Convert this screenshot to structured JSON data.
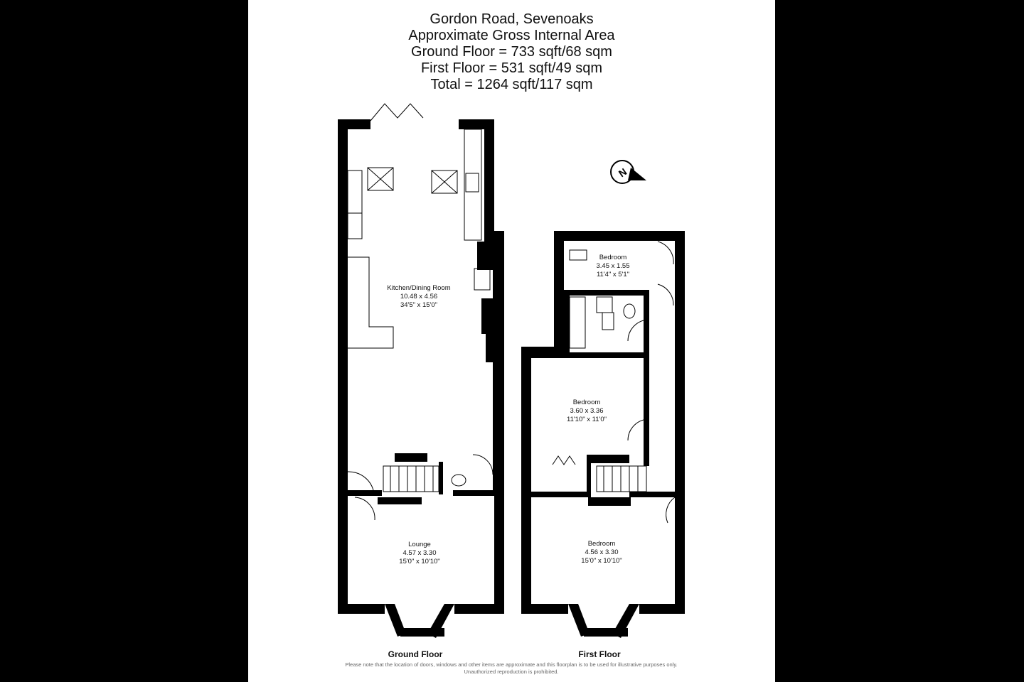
{
  "header": {
    "address": "Gordon Road, Sevenoaks",
    "area_title": "Approximate Gross Internal Area",
    "ground_floor_area": "Ground Floor = 733 sqft/68 sqm",
    "first_floor_area": "First Floor = 531 sqft/49 sqm",
    "total_area": "Total = 1264 sqft/117 sqm"
  },
  "rooms": {
    "kitchen": {
      "name": "Kitchen/Dining Room",
      "metric": "10.48 x 4.56",
      "imperial": "34'5\" x 15'0\""
    },
    "lounge": {
      "name": "Lounge",
      "metric": "4.57 x 3.30",
      "imperial": "15'0\" x 10'10\""
    },
    "bedroom_small": {
      "name": "Bedroom",
      "metric": "3.45 x 1.55",
      "imperial": "11'4\" x 5'1\""
    },
    "bedroom_middle": {
      "name": "Bedroom",
      "metric": "3.60 x 3.36",
      "imperial": "11'10\" x 11'0\""
    },
    "bedroom_front": {
      "name": "Bedroom",
      "metric": "4.56 x 3.30",
      "imperial": "15'0\" x 10'10\""
    }
  },
  "floors": {
    "ground": "Ground Floor",
    "first": "First Floor"
  },
  "compass": {
    "letter": "N",
    "icon": "compass-icon"
  },
  "disclaimer": "Please note that the location of doors, windows and other items are approximate and this floorplan is to be used for illustrative purposes only. Unauthorized reproduction is prohibited.",
  "colors": {
    "wall": "#000000",
    "paper": "#ffffff",
    "frame": "#000000"
  }
}
